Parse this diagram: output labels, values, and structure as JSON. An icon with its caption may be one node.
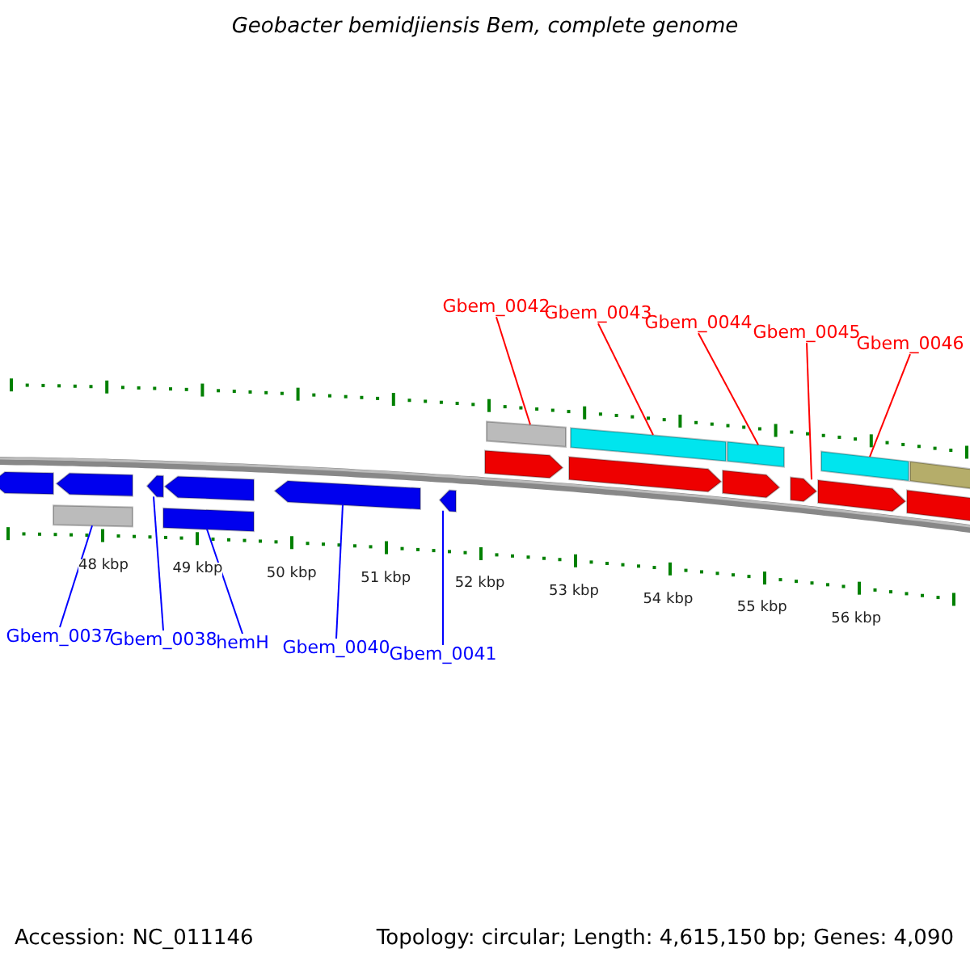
{
  "diagram": {
    "title": "Geobacter bemidjiensis Bem, complete genome",
    "nodes": [
      {
        "text": [
          "Gbem_0042"
        ]
      },
      {
        "text": [
          "Gbem_0043"
        ]
      },
      {
        "text": [
          "Gbem_0044"
        ]
      },
      {
        "text": [
          "Gbem_0045"
        ]
      },
      {
        "text": [
          "Gbem_0046"
        ]
      },
      {
        "text": [
          "Gbem_0037"
        ]
      },
      {
        "text": [
          "Gbem_0038"
        ]
      },
      {
        "text": [
          "hemH"
        ]
      },
      {
        "text": [
          "Gbem_0040"
        ]
      },
      {
        "text": [
          "Gbem_0041"
        ]
      },
      {
        "text": [],
        "shape": "bar"
      },
      {
        "text": [],
        "shape": "bar"
      },
      {
        "text": [],
        "shape": "bar"
      },
      {
        "text": [],
        "shape": "bar"
      },
      {
        "text": [],
        "shape": "bar"
      },
      {
        "text": [],
        "shape": "bar"
      },
      {
        "text": [],
        "shape": "bar"
      },
      {
        "text": [],
        "shape": "bar"
      },
      {
        "text": [],
        "shape": "bar"
      },
      {
        "text": [],
        "shape": "bar"
      }
    ],
    "edges": [
      {
        "from": 0,
        "to": 15,
        "arrow": "none",
        "color": "#ff0000"
      },
      {
        "from": 1,
        "to": 16,
        "arrow": "none",
        "color": "#ff0000"
      },
      {
        "from": 2,
        "to": 17,
        "arrow": "none",
        "color": "#ff0000"
      },
      {
        "from": 3,
        "to": 18,
        "arrow": "none",
        "color": "#ff0000"
      },
      {
        "from": 4,
        "to": 19,
        "arrow": "none",
        "color": "#ff0000"
      },
      {
        "from": 5,
        "to": 10,
        "arrow": "none",
        "color": "#0000ff"
      },
      {
        "from": 6,
        "to": 11,
        "arrow": "none",
        "color": "#0000ff"
      },
      {
        "from": 7,
        "to": 12,
        "arrow": "none",
        "color": "#0000ff"
      },
      {
        "from": 8,
        "to": 13,
        "arrow": "none",
        "color": "#0000ff"
      },
      {
        "from": 9,
        "to": 14,
        "arrow": "none",
        "color": "#0000ff"
      }
    ],
    "labels": [
      "48 kbp",
      "49 kbp",
      "50 kbp",
      "51 kbp",
      "52 kbp",
      "53 kbp",
      "54 kbp",
      "55 kbp",
      "56 kbp",
      "Accession: NC_011146",
      "Topology: circular; Length: 4,615,150 bp; Genes: 4,090"
    ]
  }
}
